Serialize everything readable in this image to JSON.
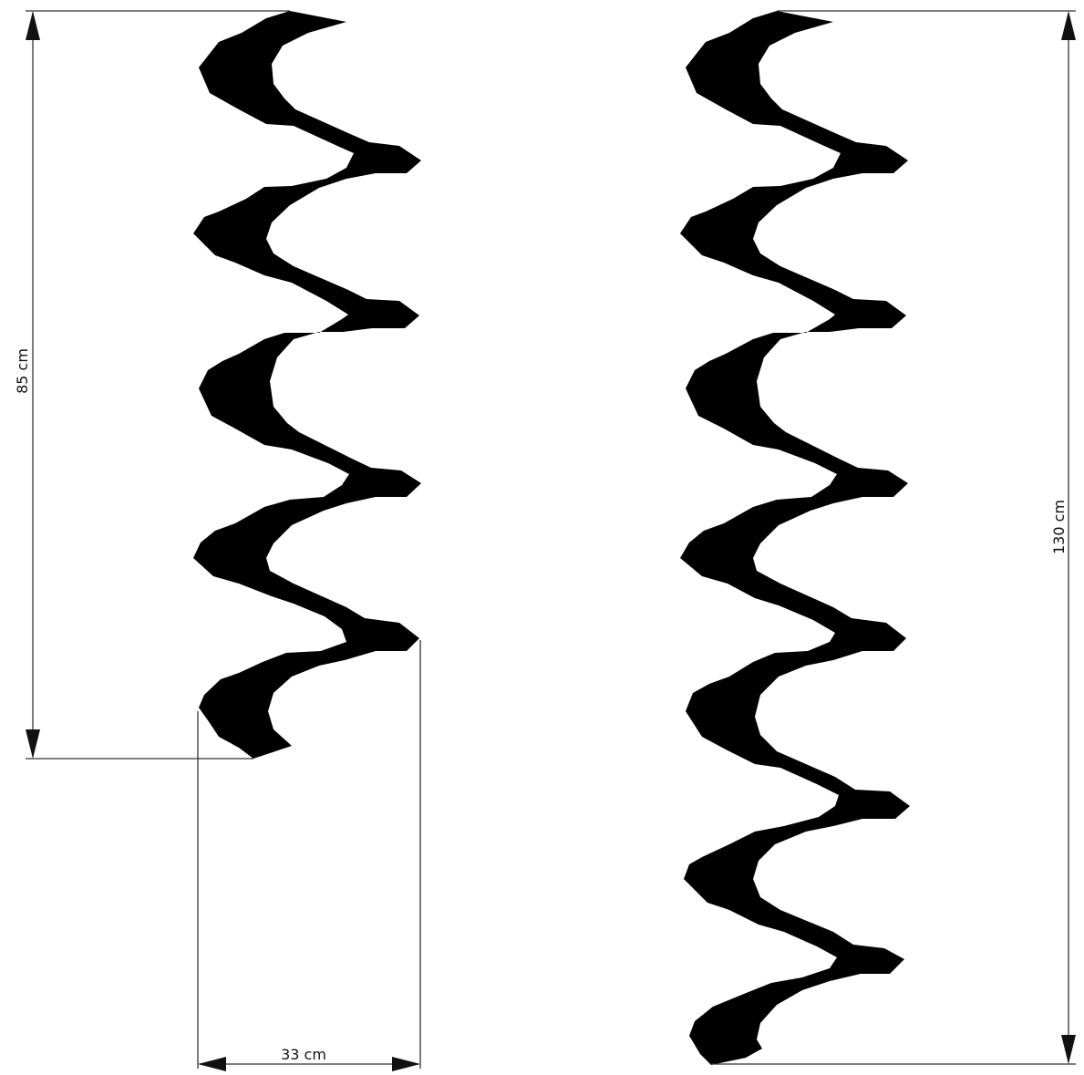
{
  "dimensions": {
    "short_height": "85 cm",
    "width": "33 cm",
    "tall_height": "130 cm"
  },
  "shapes": [
    {
      "name": "short-wave-decal",
      "peaks": 5,
      "color": "#000000"
    },
    {
      "name": "tall-wave-decal",
      "peaks": 7,
      "color": "#000000"
    }
  ]
}
